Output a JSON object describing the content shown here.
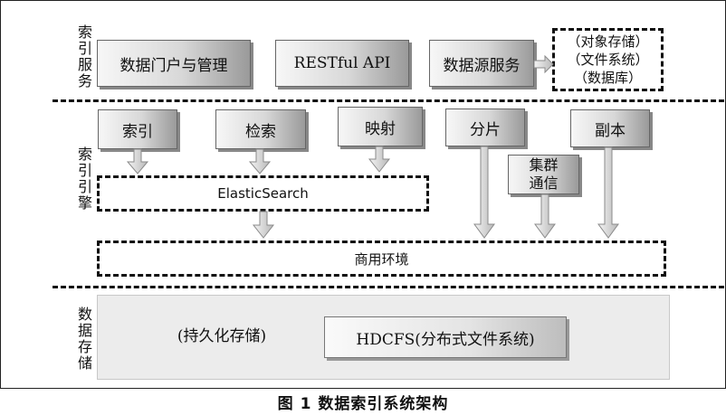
{
  "layers": {
    "index_service": "索引服务",
    "index_engine": "索引引擎",
    "data_storage": "数据存储"
  },
  "service": {
    "portal": "数据门户与管理",
    "restful": "RESTful API",
    "datasource": "数据源服务",
    "sources": [
      "（对象存储）",
      "（文件系统）",
      "（数据库）"
    ]
  },
  "engine": {
    "index": "索引",
    "search": "检索",
    "mapping": "映射",
    "shard": "分片",
    "replica": "副本",
    "cluster": [
      "集群",
      "通信"
    ],
    "elasticsearch": "ElasticSearch",
    "commercial_env": "商用环境"
  },
  "storage": {
    "persistent": "(持久化存储)",
    "hdcfs": "HDCFS(分布式文件系统)"
  },
  "caption": "图 1    数据索引系统架构"
}
